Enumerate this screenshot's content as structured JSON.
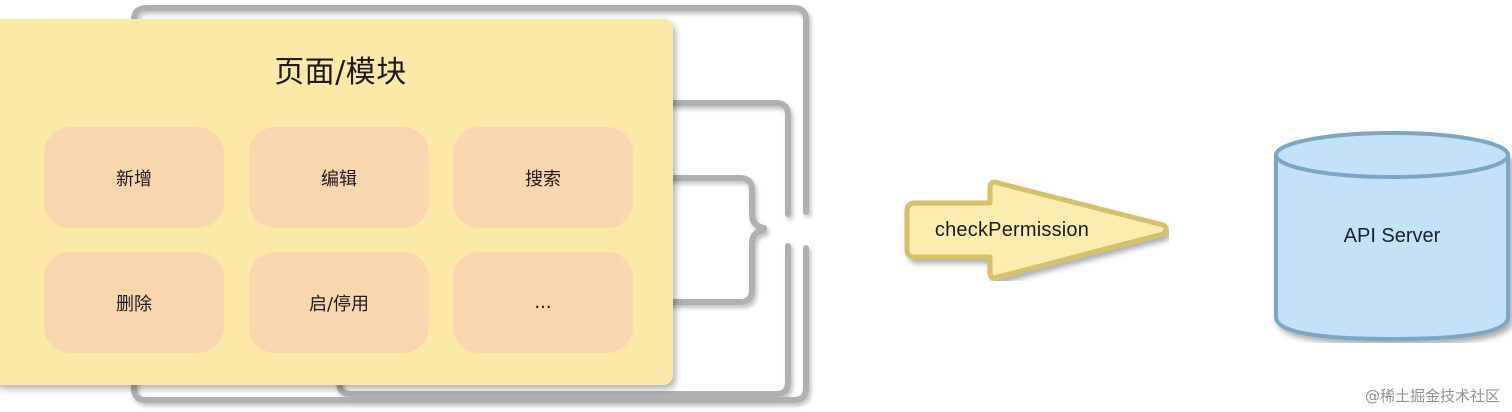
{
  "module": {
    "title": "页面/模块",
    "actions": [
      {
        "label": "新增"
      },
      {
        "label": "编辑"
      },
      {
        "label": "搜索"
      },
      {
        "label": "删除"
      },
      {
        "label": "启/停用"
      },
      {
        "label": "..."
      }
    ]
  },
  "permission": {
    "label": "checkPermission"
  },
  "server": {
    "label": "API Server"
  },
  "watermark": {
    "text": "@稀土掘金技术社区"
  },
  "colors": {
    "module_fill": "#FCE9A8",
    "action_fill": "#FAD6AE",
    "arrow_fill": "#FAEDAF",
    "arrow_stroke": "#D6C06A",
    "cylinder_fill": "#C3E1F7",
    "cylinder_stroke": "#7BA7C4",
    "wire": "#B0B0B0",
    "text": "#1b1b1b"
  }
}
